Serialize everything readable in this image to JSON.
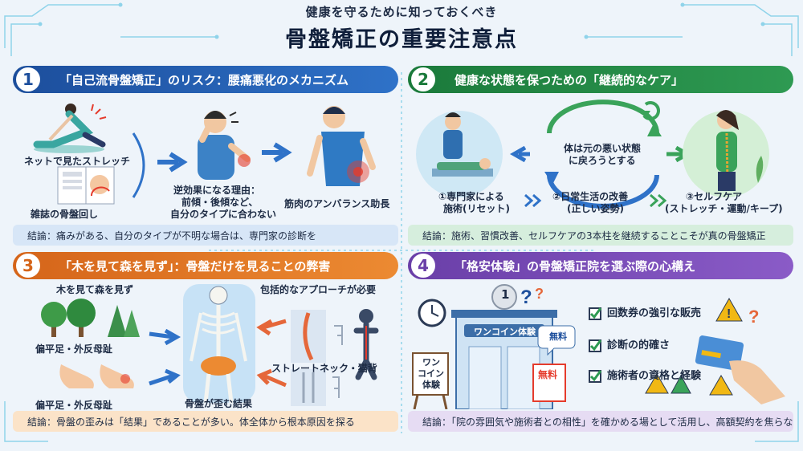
{
  "header": {
    "subtitle": "健康を守るために知っておくべき",
    "title": "骨盤矯正の重要注意点"
  },
  "panel1": {
    "number": "1",
    "title": "「自己流骨盤矯正」のリスク：腰痛悪化のメカニズム",
    "label_stretch": "ネットで見たストレッチ",
    "label_magazine": "雑誌の骨盤回し",
    "reason_line1": "逆効果になる理由：",
    "reason_line2": "前傾・後傾など、",
    "reason_line3": "自分のタイプに合わない",
    "label_imbalance": "筋肉のアンバランス助長",
    "conclusion": "結論：痛みがある、自分のタイプが不明な場合は、専門家の診断を"
  },
  "panel2": {
    "number": "2",
    "title": "健康な状態を保つための「継続的なケア」",
    "cycle_line1": "体は元の悪い状態",
    "cycle_line2": "に戻ろうとする",
    "step1_line1": "①専門家による",
    "step1_line2": "施術(リセット)",
    "step2_line1": "②日常生活の改善",
    "step2_line2": "(正しい姿勢)",
    "step3_line1": "③セルフケア",
    "step3_line2": "(ストレッチ・運動/キープ)",
    "conclusion": "結論：施術、習慣改善、セルフケアの3本柱を継続することこそが真の骨盤矯正"
  },
  "panel3": {
    "number": "3",
    "title": "「木を見て森を見ず」：骨盤だけを見ることの弊害",
    "label_trees": "木を見て森を見ず",
    "label_feet1": "偏平足・外反母趾",
    "label_feet2": "偏平足・外反母趾",
    "label_result": "骨盤が歪む結果",
    "label_holistic": "包括的なアプローチが必要",
    "label_neck": "ストレートネック・猫背",
    "conclusion": "結論：骨盤の歪みは「結果」であることが多い。体全体から根本原因を探る"
  },
  "panel4": {
    "number": "4",
    "title": "「格安体験」の骨盤矯正院を選ぶ際の心構え",
    "coin": "1",
    "shop_sign": "ワンコイン体験",
    "board_line1": "ワン",
    "board_line2": "コイン",
    "board_line3": "体験",
    "free_bubble": "無料",
    "free_poster": "無料",
    "check1": "回数券の強引な販売",
    "check2": "診断の的確さ",
    "check3": "施術者の資格と経験",
    "conclusion": "結論：「院の雰囲気や施術者との相性」を確かめる場として活用し、高額契約を焦らない"
  },
  "colors": {
    "blue": "#1c4e9c",
    "green": "#1b7a3b",
    "orange": "#d5651a",
    "purple": "#6a3fa8",
    "pain_red": "#e53b2c"
  }
}
